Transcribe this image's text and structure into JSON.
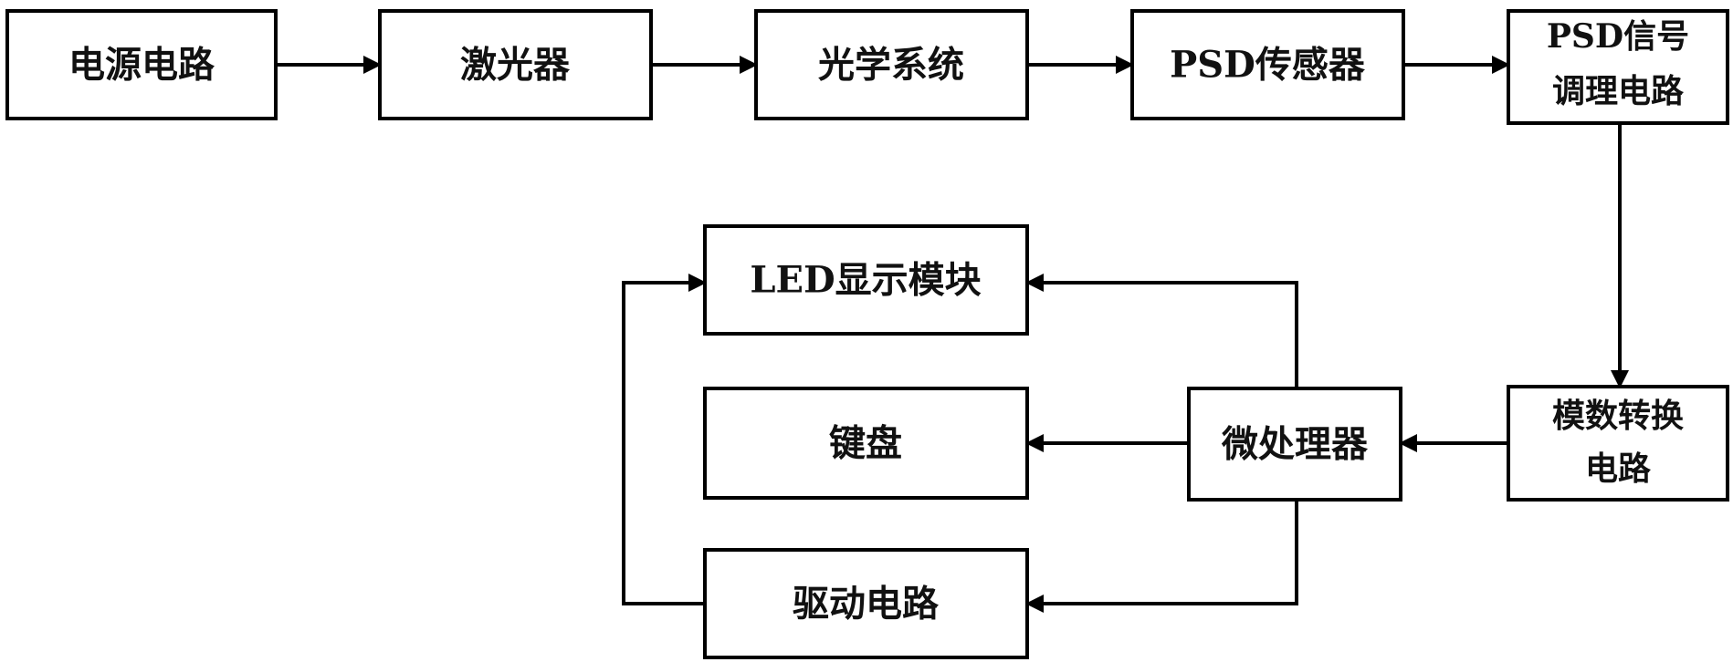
{
  "blocks": {
    "power_circuit": "电源电路",
    "laser": "激光器",
    "optical_system": "光学系统",
    "psd_sensor": "PSD传感器",
    "psd_conditioning_line1": "PSD信号",
    "psd_conditioning_line2": "调理电路",
    "adc_line1": "模数转换",
    "adc_line2": "电路",
    "microprocessor": "微处理器",
    "led_display": "LED显示模块",
    "keyboard": "键盘",
    "driver_circuit": "驱动电路"
  },
  "colors": {
    "line": "#000000",
    "box_fill": "#ffffff",
    "text": "#111111"
  }
}
